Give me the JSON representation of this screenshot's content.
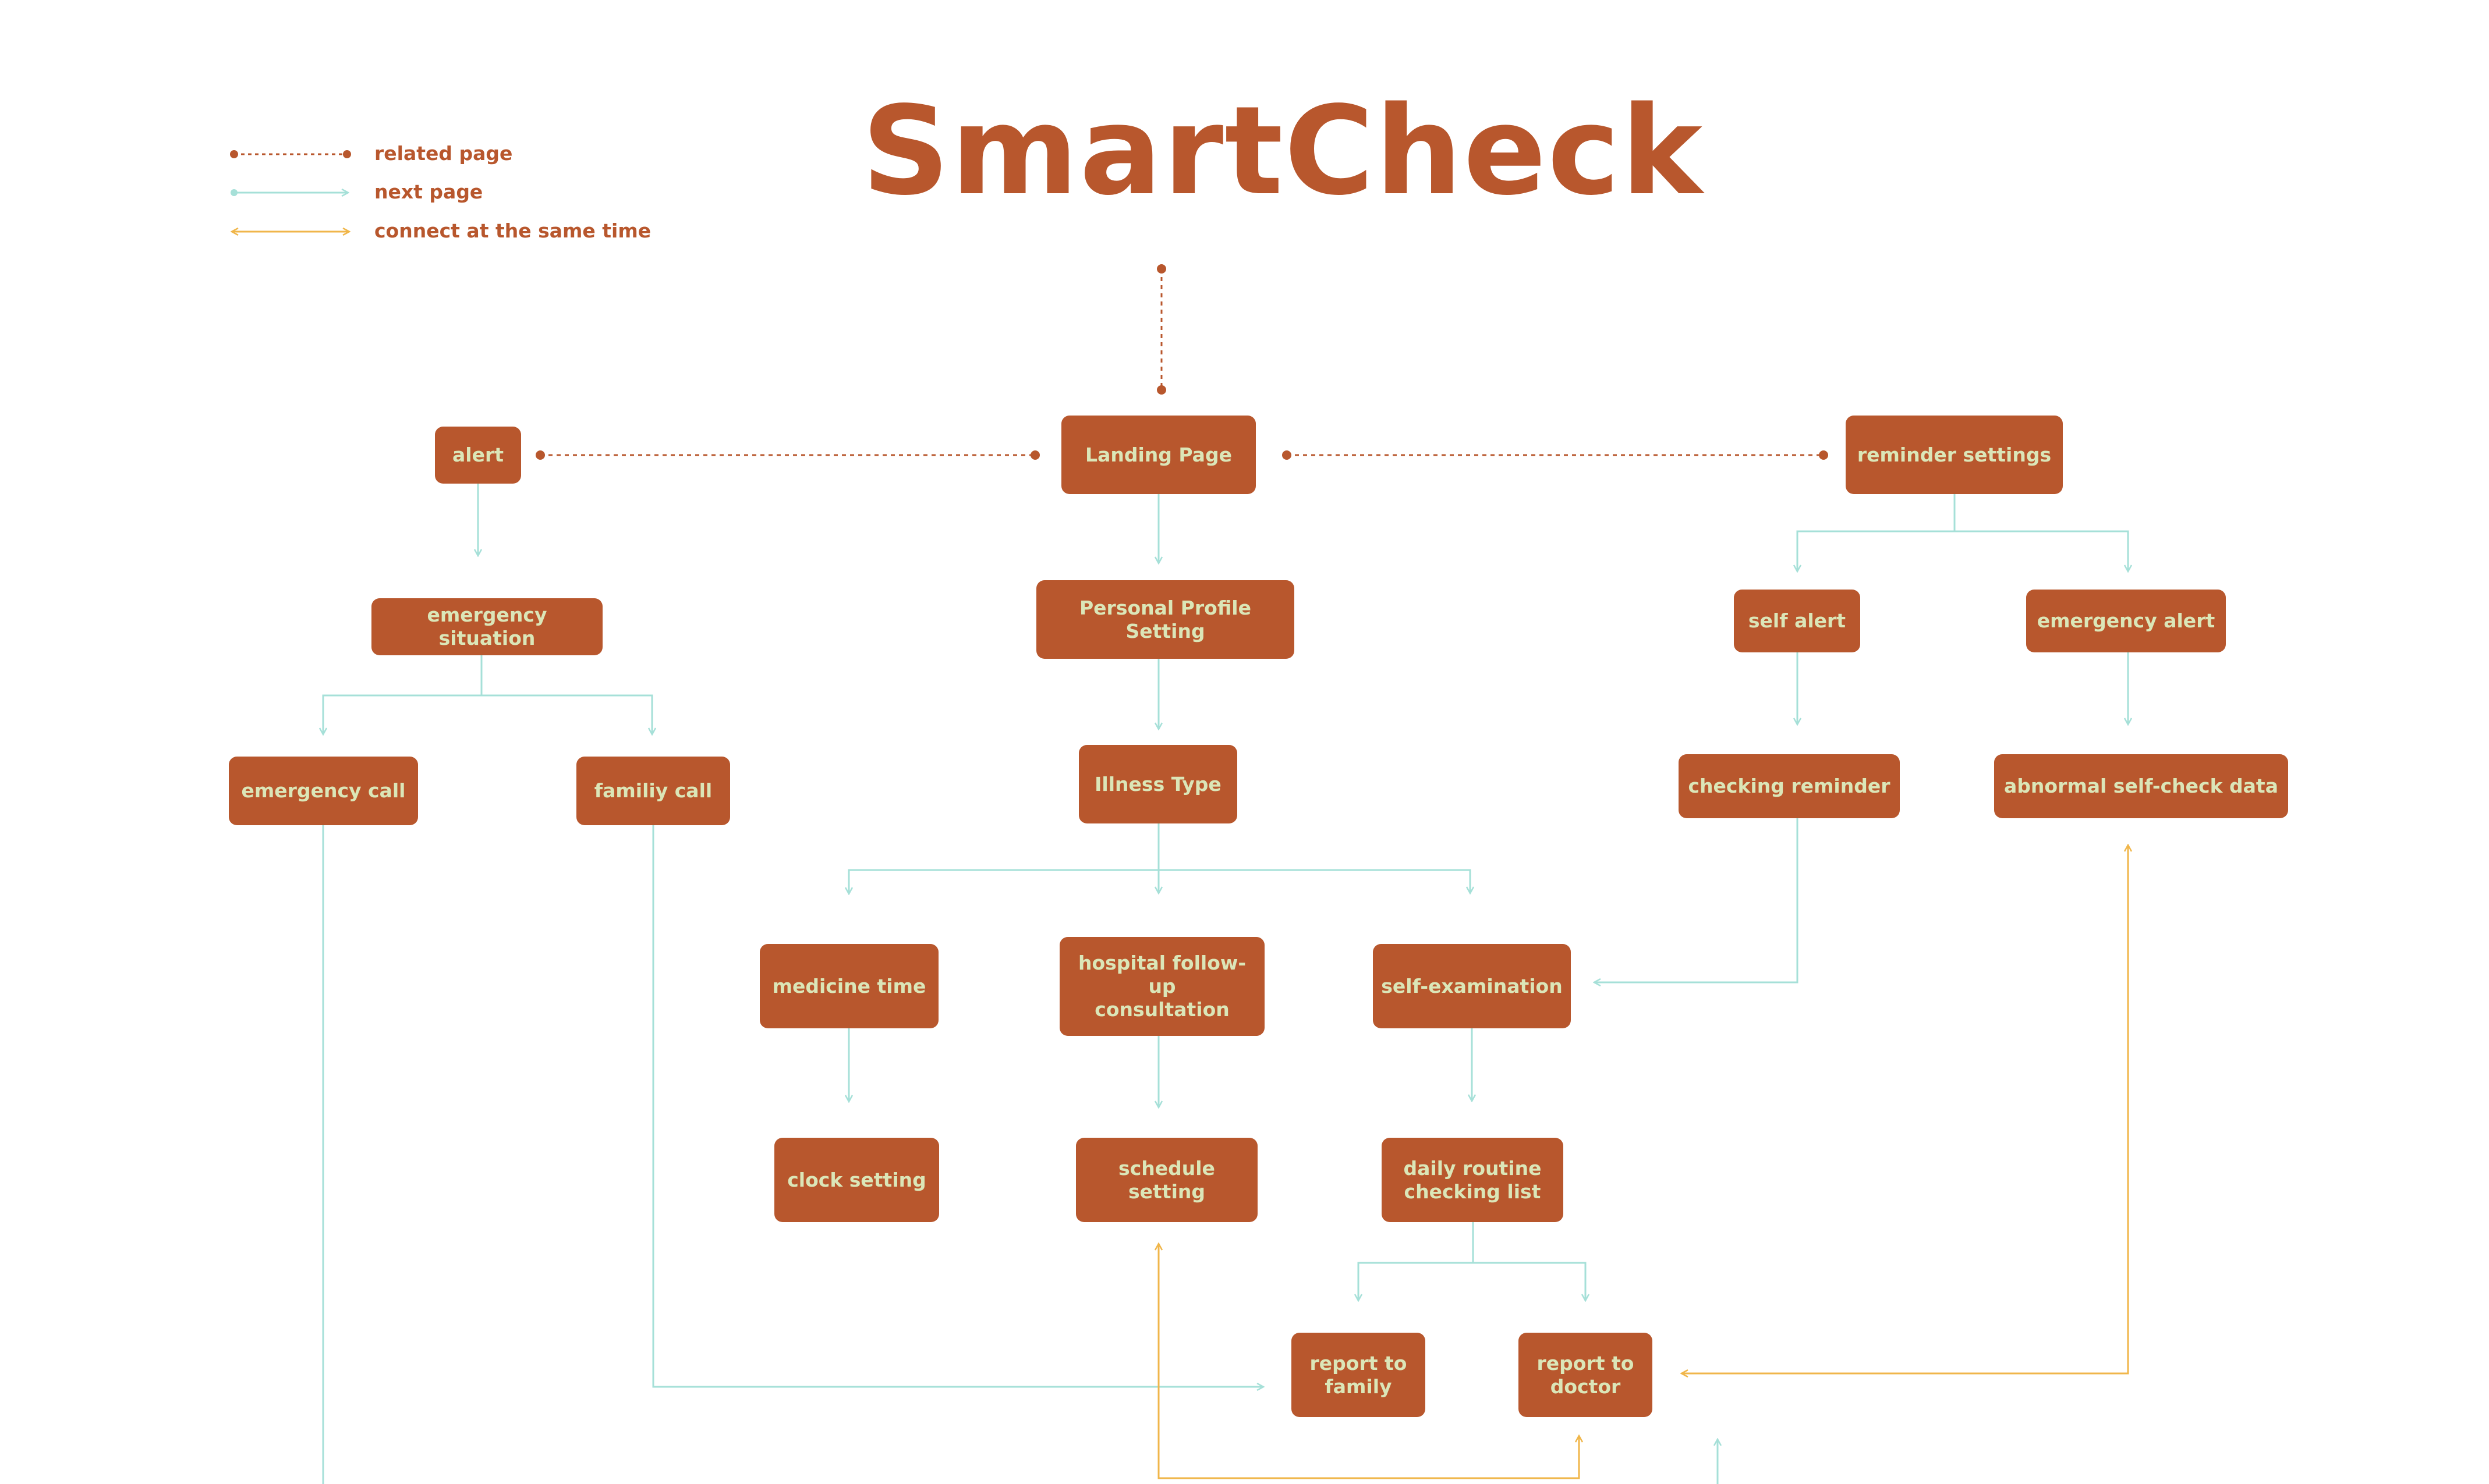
{
  "title": "SmartCheck",
  "legend": {
    "related": "related page",
    "next": "next page",
    "same_time": "connect at the same time"
  },
  "colors": {
    "node_fill": "#b8572d",
    "node_text": "#dbe6b8",
    "related_link": "#b8572d",
    "next_link": "#a6e0d8",
    "same_time_link": "#f0b64a"
  },
  "nodes": {
    "alert": "alert",
    "landing": "Landing Page",
    "reminder_settings": "reminder settings",
    "emergency_situation": "emergency situation",
    "personal_profile": "Personal Profile Setting",
    "self_alert": "self alert",
    "emergency_alert": "emergency alert",
    "emergency_call": "emergency call",
    "family_call": "familiy call",
    "illness_type": "Illness Type",
    "checking_reminder": "checking reminder",
    "abnormal_data": "abnormal self-check data",
    "medicine_time": "medicine time",
    "hospital_followup": "hospital follow-up\nconsultation",
    "self_exam": "self-examination",
    "clock_setting": "clock setting",
    "schedule_setting": "schedule setting",
    "daily_routine": "daily routine\nchecking list",
    "report_family": "report to\nfamily",
    "report_doctor": "report to\ndoctor"
  }
}
